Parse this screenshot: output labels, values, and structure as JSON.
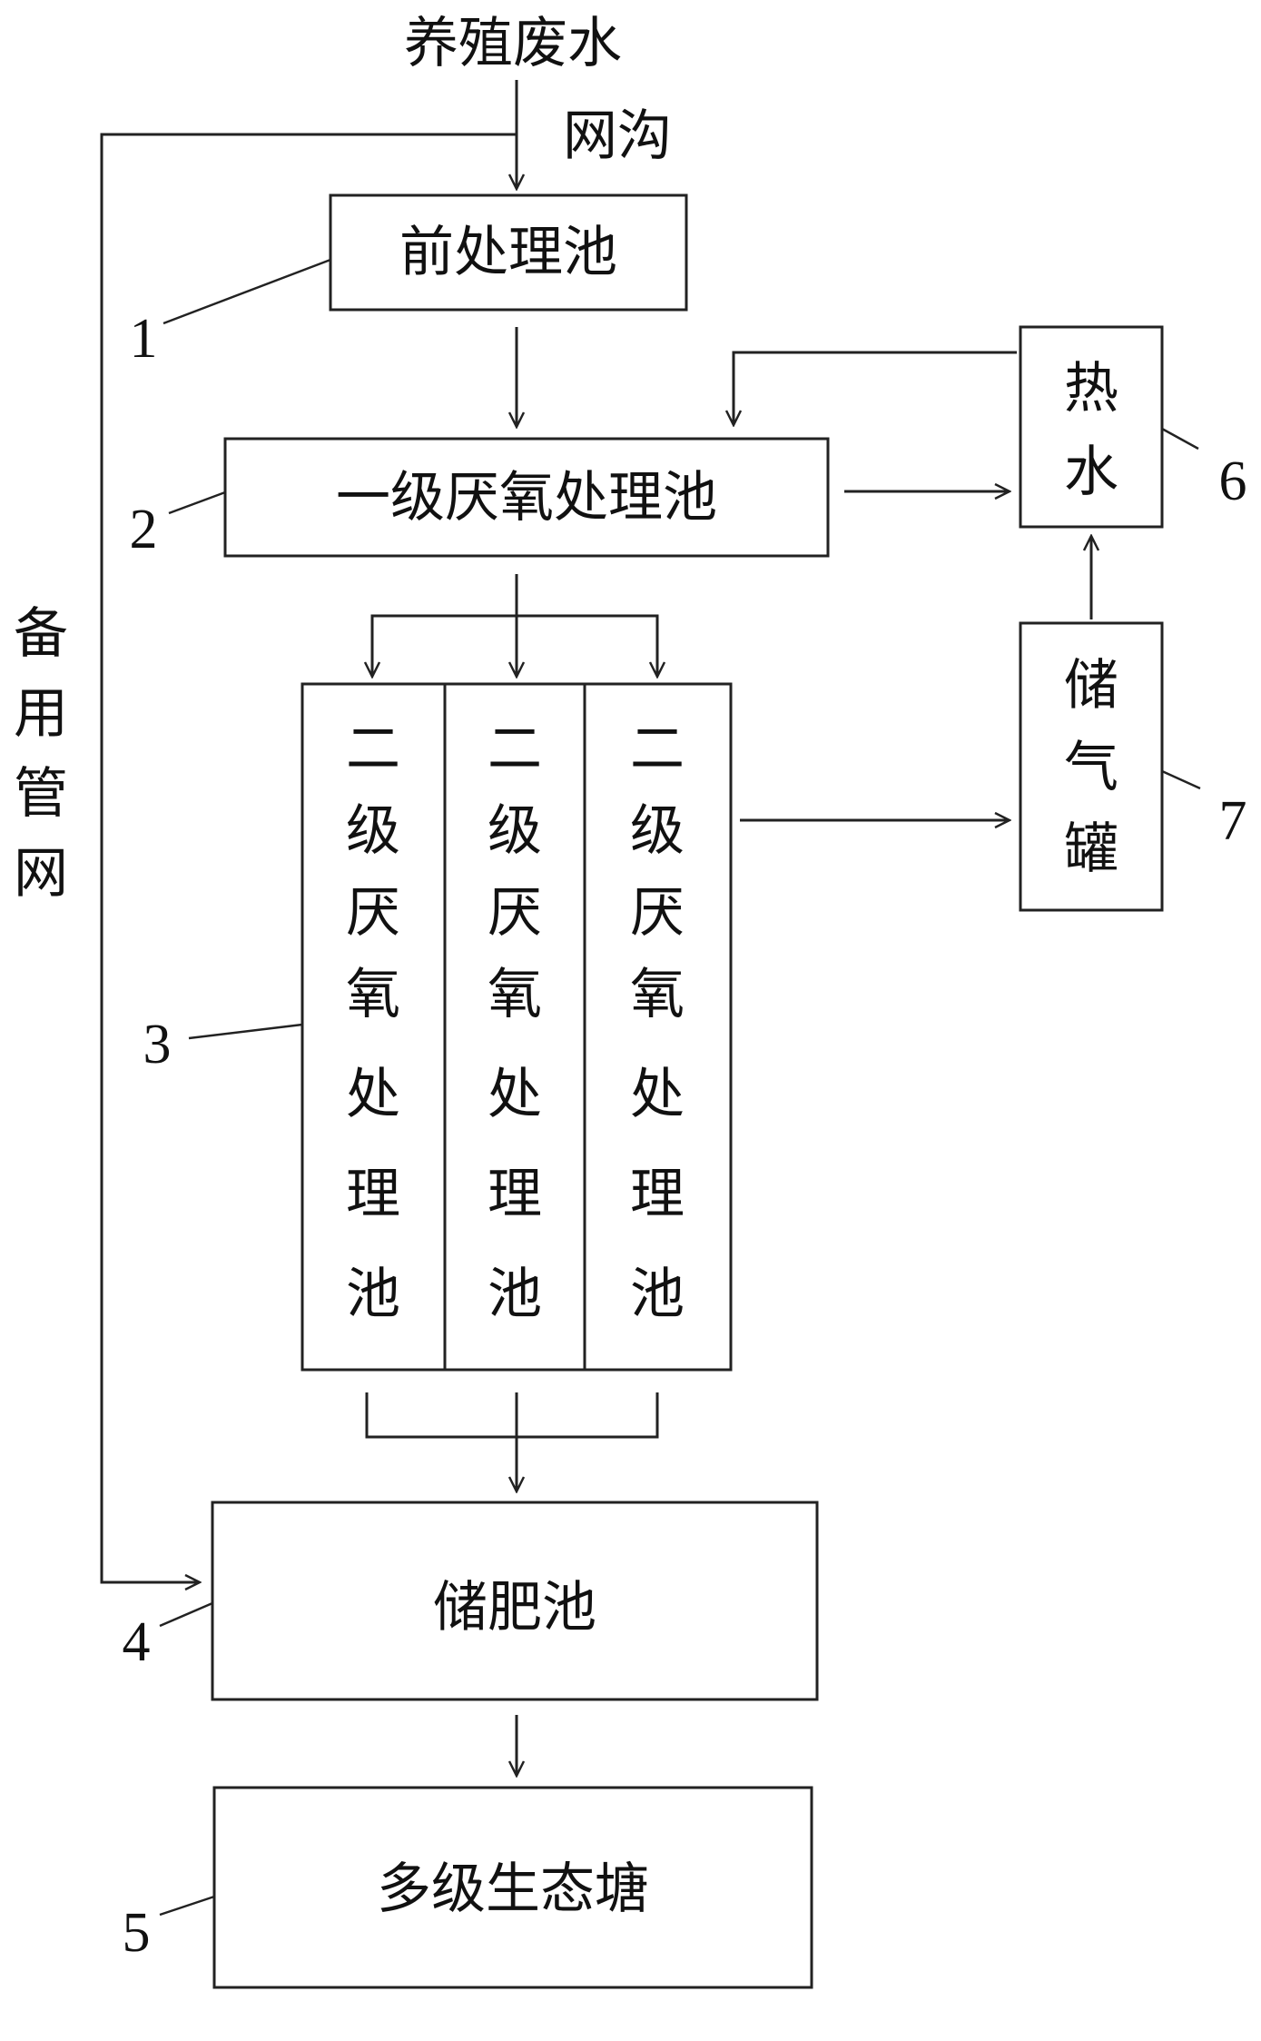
{
  "inflow": {
    "line1": "养殖废水",
    "line2": "网沟"
  },
  "side_pipe": {
    "label": [
      "备",
      "用",
      "管",
      "网"
    ]
  },
  "nodes": {
    "pre_treatment": {
      "number": "1",
      "label": "前处理池"
    },
    "primary_anaerobic": {
      "number": "2",
      "label": "一级厌氧处理池"
    },
    "secondary_anaerobic": {
      "number": "3",
      "columns": [
        [
          "二",
          "级",
          "厌",
          "氧",
          "处",
          "理",
          "池"
        ],
        [
          "二",
          "级",
          "厌",
          "氧",
          "处",
          "理",
          "池"
        ],
        [
          "二",
          "级",
          "厌",
          "氧",
          "处",
          "理",
          "池"
        ]
      ]
    },
    "fertilizer_storage": {
      "number": "4",
      "label": "储肥池"
    },
    "eco_ponds": {
      "number": "5",
      "label": "多级生态塘"
    },
    "hot_water": {
      "number": "6",
      "label": [
        "热",
        "水"
      ]
    },
    "gas_tank": {
      "number": "7",
      "label": [
        "储",
        "气",
        "罐"
      ]
    }
  },
  "colors": {
    "stroke": "#222222",
    "text": "#111111",
    "background": "#ffffff"
  }
}
